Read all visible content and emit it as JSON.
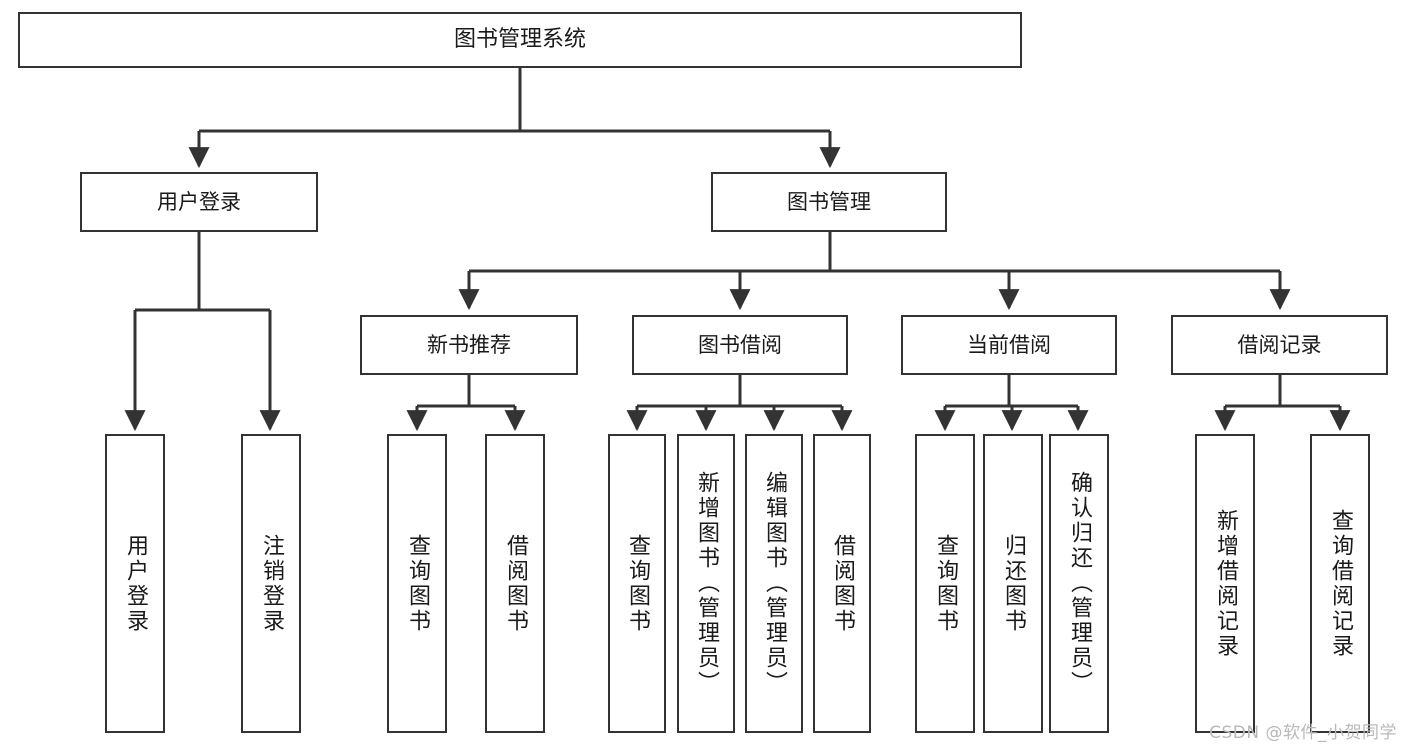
{
  "diagram": {
    "title": "图书管理系统",
    "type": "tree",
    "colors": {
      "box_border": "#333333",
      "box_fill": "#ffffff",
      "connector": "#333333",
      "text": "#1a1a1a",
      "watermark": "#b9b9b9"
    },
    "nodes": {
      "root": {
        "label": "图书管理系统"
      },
      "level2": [
        {
          "id": "user-login",
          "label": "用户登录"
        },
        {
          "id": "book-management",
          "label": "图书管理"
        }
      ],
      "level3": [
        {
          "id": "new-book-recommend",
          "label": "新书推荐"
        },
        {
          "id": "book-borrow",
          "label": "图书借阅"
        },
        {
          "id": "current-borrow",
          "label": "当前借阅"
        },
        {
          "id": "borrow-record",
          "label": "借阅记录"
        }
      ],
      "leaves": {
        "user-login": [
          {
            "id": "leaf-user-login",
            "label": "用户登录"
          },
          {
            "id": "leaf-logout",
            "label": "注销登录"
          }
        ],
        "new-book-recommend": [
          {
            "id": "leaf-query-book-1",
            "label": "查询图书"
          },
          {
            "id": "leaf-borrow-book-1",
            "label": "借阅图书"
          }
        ],
        "book-borrow": [
          {
            "id": "leaf-query-book-2",
            "label": "查询图书"
          },
          {
            "id": "leaf-add-book",
            "label": "新增图书（管理员）"
          },
          {
            "id": "leaf-edit-book",
            "label": "编辑图书（管理员）"
          },
          {
            "id": "leaf-borrow-book-2",
            "label": "借阅图书"
          }
        ],
        "current-borrow": [
          {
            "id": "leaf-query-book-3",
            "label": "查询图书"
          },
          {
            "id": "leaf-return-book",
            "label": "归还图书"
          },
          {
            "id": "leaf-confirm-return",
            "label": "确认归还（管理员）"
          }
        ],
        "borrow-record": [
          {
            "id": "leaf-add-record",
            "label": "新增借阅记录"
          },
          {
            "id": "leaf-query-record",
            "label": "查询借阅记录"
          }
        ]
      }
    }
  },
  "watermark": {
    "text": "CSDN @软件_小贺同学"
  }
}
